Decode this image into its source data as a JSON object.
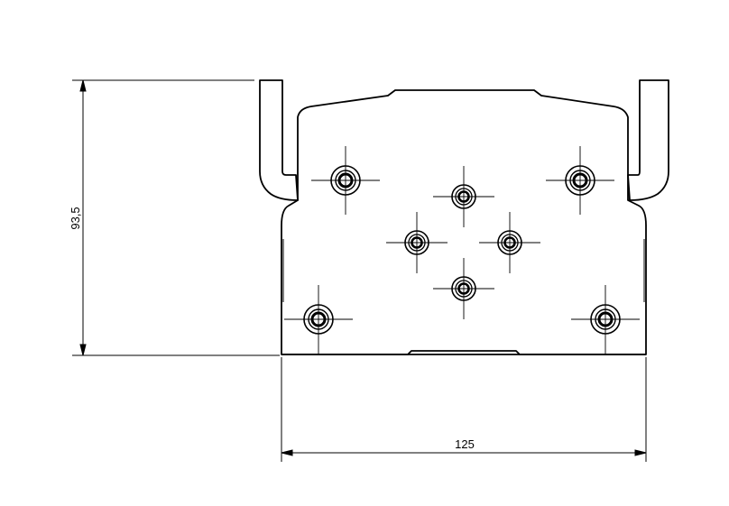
{
  "drawing": {
    "dimensions": {
      "height_label": "93,5",
      "width_label": "125"
    },
    "colors": {
      "line": "#000000",
      "background": "#ffffff"
    },
    "holes": {
      "large": 4,
      "small": 4
    }
  }
}
